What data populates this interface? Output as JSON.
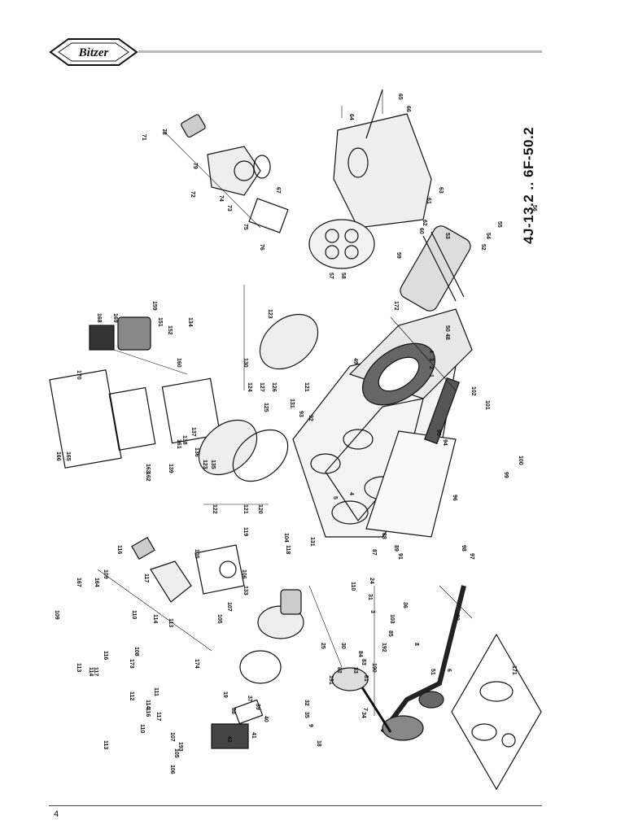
{
  "header": {
    "logo_text": "Bitzer"
  },
  "model_range": "4J-13.2 .. 6F-50.2",
  "page_number": "4",
  "part_labels": [
    "65",
    "66",
    "64",
    "71",
    "78",
    "79",
    "72",
    "74",
    "73",
    "75",
    "76",
    "67",
    "61",
    "63",
    "62",
    "60",
    "56",
    "55",
    "54",
    "53",
    "52",
    "59",
    "57",
    "58",
    "172",
    "168",
    "169",
    "159",
    "151",
    "152",
    "134",
    "160",
    "130",
    "123",
    "124",
    "127",
    "126",
    "125",
    "121",
    "49",
    "4",
    "3",
    "2",
    "1",
    "48",
    "50",
    "102",
    "101",
    "170",
    "166",
    "165",
    "167",
    "164",
    "163",
    "162",
    "139",
    "161",
    "137",
    "136",
    "135",
    "138",
    "131",
    "93",
    "92",
    "123",
    "122",
    "121",
    "120",
    "119",
    "95",
    "94",
    "99",
    "100",
    "96",
    "116",
    "105",
    "109",
    "117",
    "110",
    "114",
    "113",
    "108",
    "173",
    "174",
    "133",
    "107",
    "105",
    "106",
    "104",
    "118",
    "131",
    "87",
    "88",
    "89",
    "91",
    "98",
    "97",
    "109",
    "113",
    "114",
    "117",
    "116",
    "110",
    "24",
    "31",
    "30",
    "25",
    "32",
    "35",
    "34",
    "33",
    "36",
    "103",
    "85",
    "192",
    "84",
    "83",
    "82",
    "191",
    "190",
    "81",
    "80",
    "8",
    "51",
    "6",
    "7",
    "9",
    "18",
    "19",
    "38",
    "37",
    "39",
    "40",
    "41",
    "42",
    "112",
    "111",
    "114",
    "110",
    "113",
    "116",
    "117",
    "106",
    "105",
    "107",
    "193",
    "171",
    "5",
    "4",
    "3"
  ]
}
